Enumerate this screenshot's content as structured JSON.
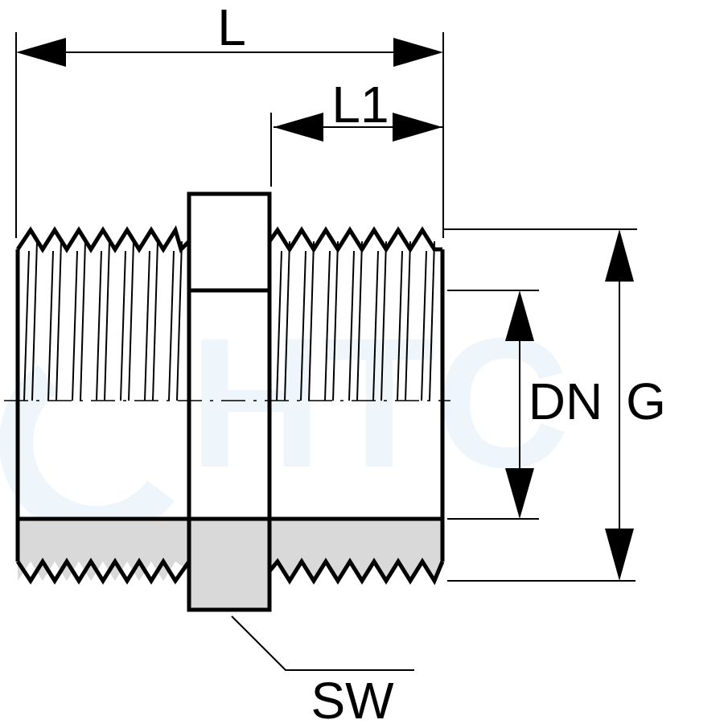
{
  "watermark": {
    "text": "HTC",
    "color": "#eef6fb"
  },
  "labels": {
    "overall_length": "L",
    "thread_length": "L1",
    "nominal_diameter": "DN",
    "thread_diameter": "G",
    "wrench_size": "SW"
  },
  "colors": {
    "outline": "#000000",
    "section_fill": "#d9d9d9",
    "background": "#ffffff"
  }
}
